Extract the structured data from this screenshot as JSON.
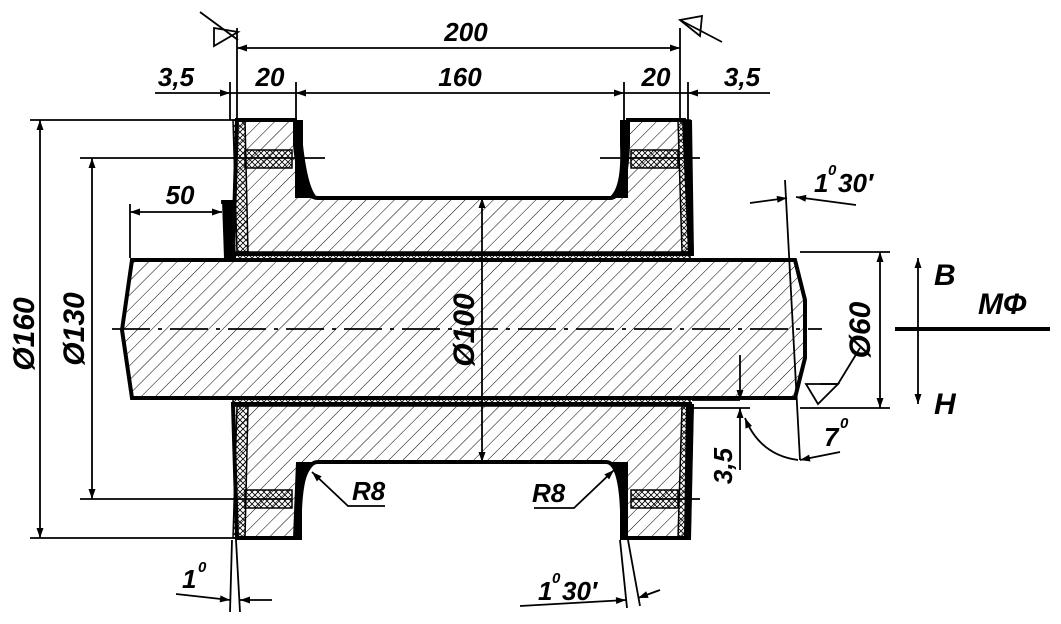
{
  "dimensions": {
    "total_length": "200",
    "inner_length": "160",
    "flange_left": "20",
    "flange_right": "20",
    "gap_left": "3,5",
    "gap_right": "3,5",
    "shaft_offset": "50",
    "dia_outer": "Ø160",
    "dia_mid": "Ø130",
    "dia_bore": "Ø100",
    "dia_shaft": "Ø60",
    "radius_left": "R8",
    "radius_right": "R8",
    "gap_vertical": "3,5"
  },
  "angles": {
    "left_bottom": {
      "deg": "1",
      "mark": "0",
      "min": ""
    },
    "right_bottom": {
      "deg": "1",
      "mark": "0",
      "min": "30′"
    },
    "right_top": {
      "deg": "1",
      "mark": "0",
      "min": "30′"
    },
    "chamfer": {
      "deg": "7",
      "mark": "0",
      "min": ""
    }
  },
  "labels": {
    "upper": "В",
    "lower": "Н",
    "parting": "МФ"
  }
}
